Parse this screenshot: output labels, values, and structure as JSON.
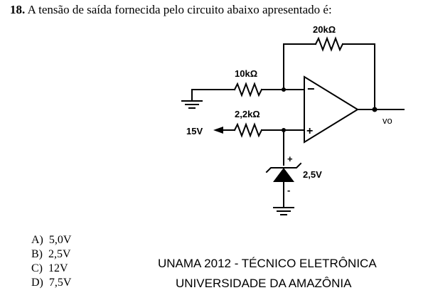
{
  "question": {
    "number": "18.",
    "text": "A tensão de saída fornecida pelo circuito abaixo apresentado é:"
  },
  "circuit": {
    "r_feedback": "20kΩ",
    "r_input": "10kΩ",
    "r_source": "2,2kΩ",
    "source_voltage": "15V",
    "output_label": "vo",
    "zener_voltage": "2,5V",
    "opamp_minus": "−",
    "opamp_plus": "+",
    "zener_plus": "+",
    "zener_minus": "-"
  },
  "options": [
    {
      "letter": "A)",
      "value": "5,0V"
    },
    {
      "letter": "B)",
      "value": "2,5V"
    },
    {
      "letter": "C)",
      "value": "12V"
    },
    {
      "letter": "D)",
      "value": "7,5V"
    }
  ],
  "source": {
    "line1": "UNAMA 2012 - TÉCNICO ELETRÔNICA",
    "line2": "UNIVERSIDADE DA AMAZÔNIA"
  }
}
